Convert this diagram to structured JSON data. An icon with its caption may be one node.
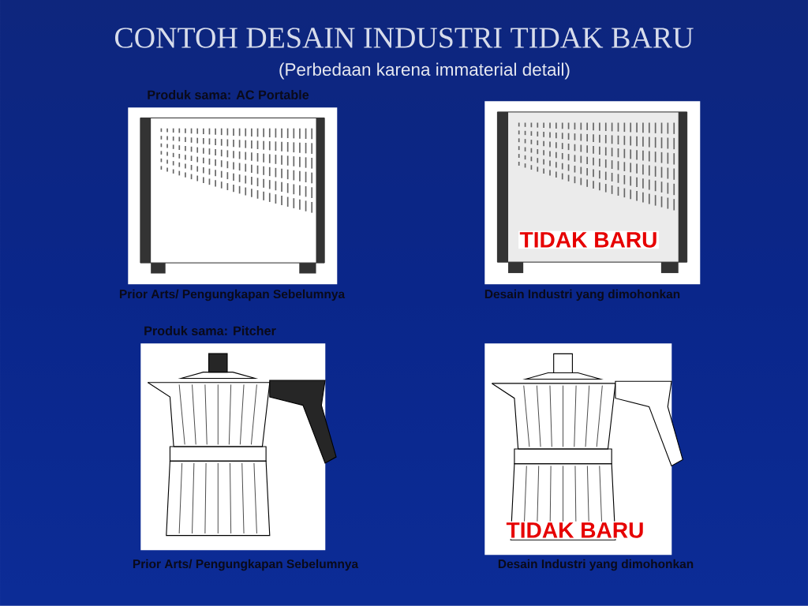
{
  "diagram": {
    "title": "CONTOH DESAIN INDUSTRI TIDAK BARU",
    "nodes": [
      {
        "text": [],
        "shape": "picture",
        "beside": [
          "Prior Arts/ Pengungkapan Sebelumnya"
        ]
      },
      {
        "text": [
          "TIDAK BARU"
        ],
        "beside": [
          "Desain Industri yang dimohonkan"
        ]
      },
      {
        "text": [],
        "shape": "picture",
        "beside": [
          "Prior Arts/ Pengungkapan Sebelumnya"
        ]
      },
      {
        "text": [
          "TIDAK BARU"
        ],
        "beside": [
          "Desain Industri yang dimohonkan"
        ]
      }
    ],
    "labels": [
      "(Perbedaan karena immaterial detail)",
      "Produk sama: AC Portable",
      "Produk sama: Pitcher"
    ]
  }
}
